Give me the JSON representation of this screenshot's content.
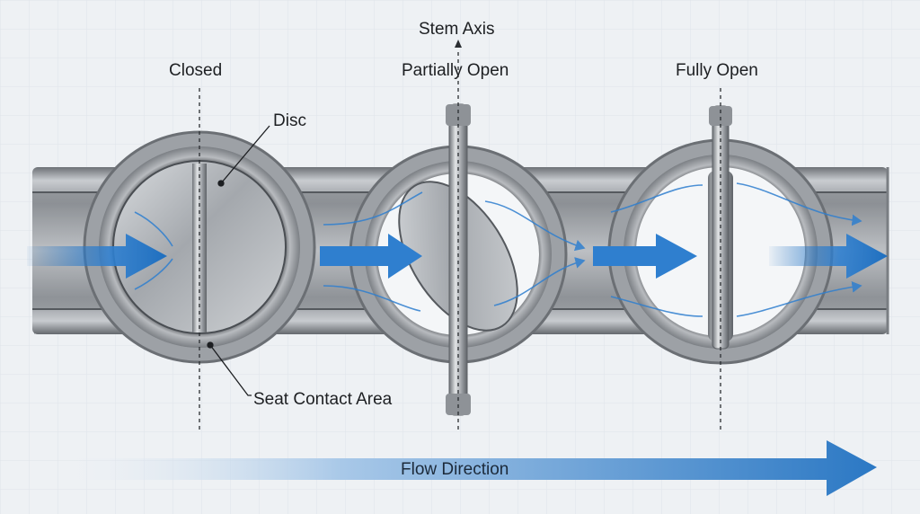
{
  "labels": {
    "stem_axis": "Stem Axis",
    "closed": "Closed",
    "partially_open": "Partially Open",
    "fully_open": "Fully Open",
    "disc": "Disc",
    "seat_contact_area": "Seat Contact Area",
    "flow_direction": "Flow Direction"
  },
  "colors": {
    "background": "#eef1f4",
    "grid": "#dfe4ea",
    "steel": "#a9adb2",
    "steel_dark": "#5d6166",
    "flow_blue": "#1f6fbf",
    "text": "#1d1f22"
  }
}
